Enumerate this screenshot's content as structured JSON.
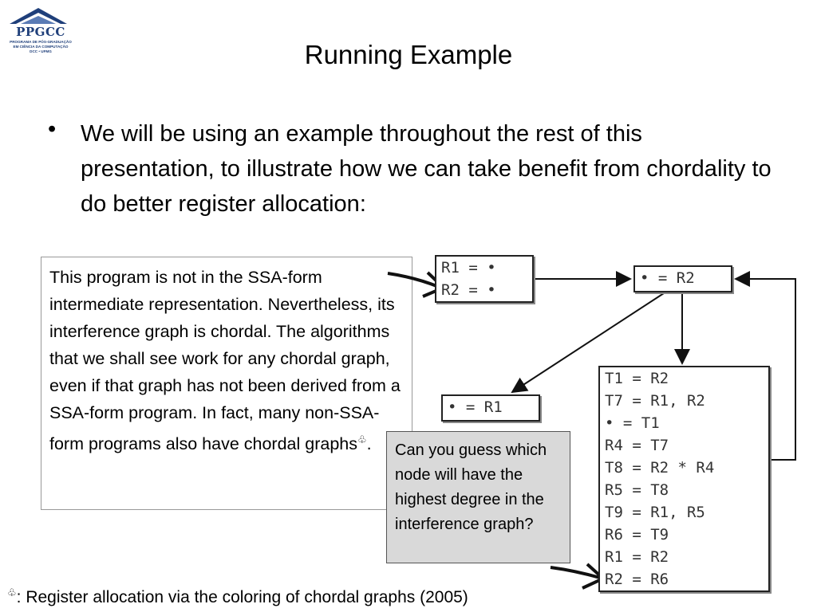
{
  "logo": {
    "text": "PPGCC",
    "subtitle_lines": [
      "PROGRAMA DE PÓS-GRADUAÇÃO",
      "EM CIÊNCIA DA COMPUTAÇÃO",
      "DCC • UFMG"
    ]
  },
  "slide": {
    "title": "Running Example",
    "bullet_symbol": "•",
    "bullet_text": "We will be using an example throughout the rest of this presentation, to illustrate how we can take benefit from chordality to do better register allocation:"
  },
  "left_box": {
    "text": "This program is not in the SSA-form intermediate representation. Nevertheless, its interference graph is chordal. The algorithms that we shall see work for any chordal graph, even if that graph has not been derived from a SSA-form program. In fact, many non-SSA-form programs also have chordal graphs",
    "symbol": "♧",
    "end": "."
  },
  "question_box": {
    "text": "Can you guess which node will have the highest degree in the interference graph?"
  },
  "code_blocks": {
    "entry": [
      "R1 = •",
      "R2 = •"
    ],
    "loop_head": [
      "• = R2"
    ],
    "exit": [
      "• = R1"
    ],
    "body": [
      "T1 = R2",
      "T7 = R1, R2",
      "• = T1",
      "R4 = T7",
      "T8 = R2 * R4",
      "R5 = T8",
      "T9 = R1, R5",
      "R6 = T9",
      "R1 = R2",
      "R2 = R6"
    ]
  },
  "footnote": {
    "symbol": "♧",
    "text": ": Register allocation via the coloring of chordal graphs (2005)"
  }
}
